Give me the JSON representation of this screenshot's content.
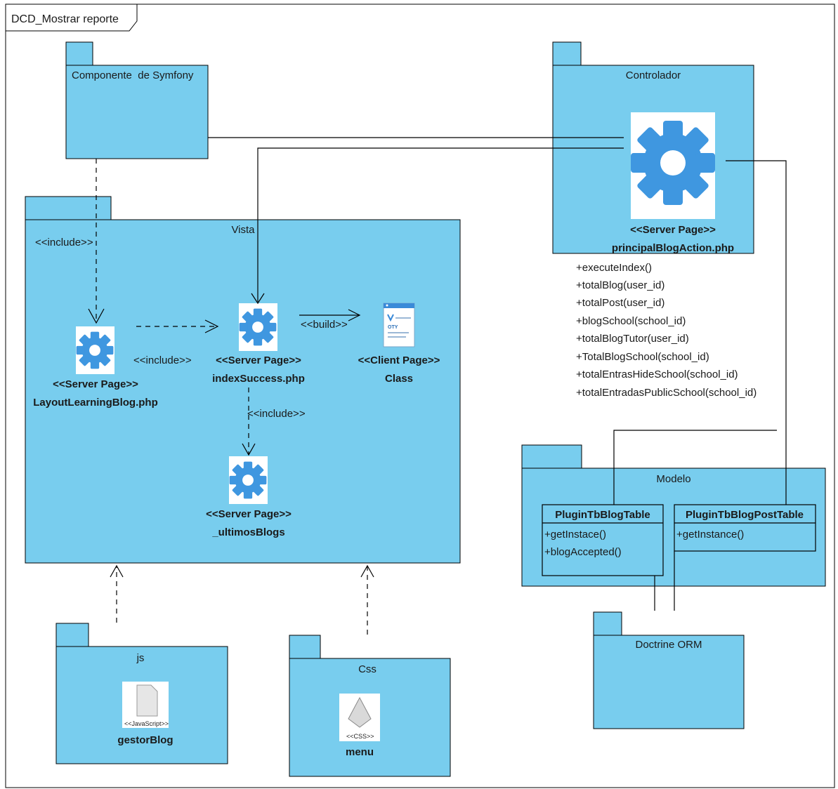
{
  "frame": {
    "title": "DCD_Mostrar reporte"
  },
  "packages": {
    "symfony": {
      "name": "Componente  de Symfony"
    },
    "controlador": {
      "name": "Controlador"
    },
    "vista": {
      "name": "Vista"
    },
    "modelo": {
      "name": "Modelo"
    },
    "doctrine": {
      "name": "Doctrine ORM"
    },
    "js": {
      "name": "js"
    },
    "css": {
      "name": "Css"
    }
  },
  "components": {
    "principal": {
      "stereotype": "<<Server Page>>",
      "name": "principalBlogAction.php",
      "operations": [
        "+executeIndex()",
        "+totalBlog(user_id)",
        "+totalPost(user_id)",
        "+blogSchool(school_id)",
        "+totalBlogTutor(user_id)",
        "+TotalBlogSchool(school_id)",
        "+totalEntrasHideSchool(school_id)",
        "+totalEntradasPublicSchool(school_id)"
      ]
    },
    "layout": {
      "stereotype": "<<Server Page>>",
      "name": "LayoutLearningBlog.php"
    },
    "index": {
      "stereotype": "<<Server Page>>",
      "name": "indexSuccess.php"
    },
    "client": {
      "stereotype": "<<Client Page>>",
      "name": "Class"
    },
    "ultimos": {
      "stereotype": "<<Server Page>>",
      "name": "_ultimosBlogs"
    },
    "gestor": {
      "stereotype": "<<JavaScript>>",
      "name": "gestorBlog"
    },
    "menu": {
      "stereotype": "<<CSS>>",
      "name": "menu"
    }
  },
  "classes": {
    "blogTable": {
      "name": "PluginTbBlogTable",
      "operations": [
        "+getInstace()",
        "+blogAccepted()"
      ]
    },
    "postTable": {
      "name": "PluginTbBlogPostTable",
      "operations": [
        "+getInstance()"
      ]
    }
  },
  "relations": {
    "include_symfony": "<<include>>",
    "include_layout": "<<include>>",
    "include_ultimos": "<<include>>",
    "build": "<<build>>"
  },
  "colors": {
    "package_fill": "#78cdee",
    "gear": "#3f97e0",
    "background": "#ffffff"
  },
  "icons": {
    "server_page": "gear-icon",
    "client_page": "web-page-icon",
    "javascript": "javascript-file-icon",
    "css": "css-file-icon"
  }
}
